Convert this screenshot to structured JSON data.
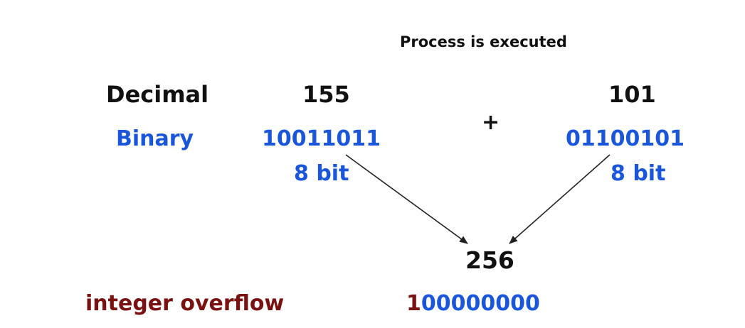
{
  "title": "Process is executed",
  "labels": {
    "decimal": "Decimal",
    "binary": "Binary",
    "overflow": "integer overflow"
  },
  "left_operand": {
    "decimal": "155",
    "binary": "10011011",
    "bits": "8 bit"
  },
  "operator": "+",
  "right_operand": {
    "decimal": "101",
    "binary": "01100101",
    "bits": "8 bit"
  },
  "result": {
    "decimal": "256",
    "binary_overflow_digit": "1",
    "binary_rest": "00000000"
  },
  "colors": {
    "text": "#111111",
    "binary": "#1a56db",
    "overflow": "#7a1212",
    "arrow": "#222222"
  }
}
